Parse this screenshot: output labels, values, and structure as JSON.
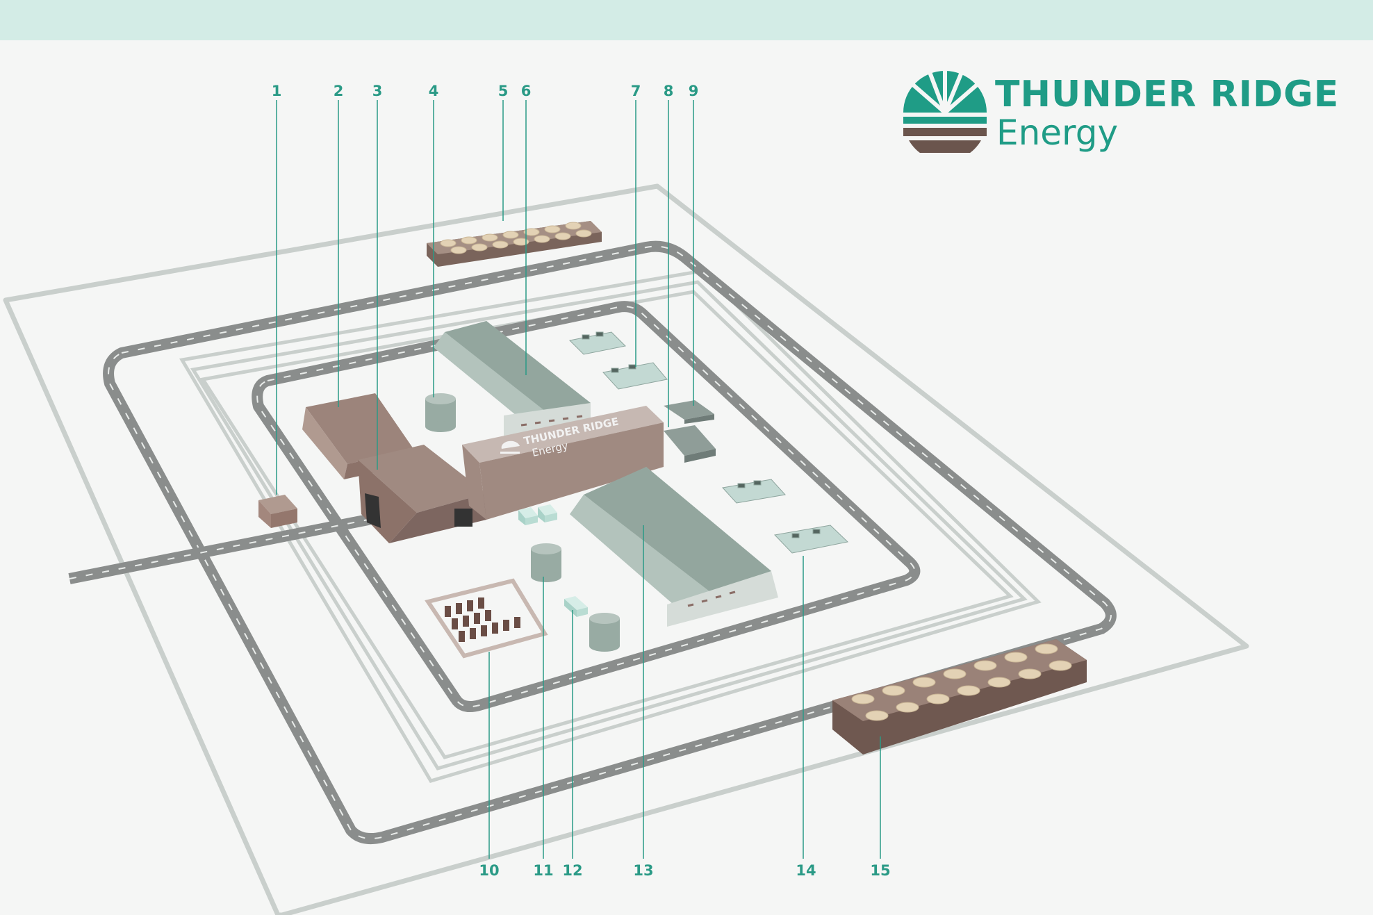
{
  "brand": {
    "name_line1": "THUNDER RIDGE",
    "name_line2": "Energy",
    "sign_line1": "THUNDER RIDGE",
    "sign_line2": "Energy",
    "teal": "#1f9c86",
    "brown": "#6b554d"
  },
  "callouts": [
    {
      "id": "c1",
      "label": "1"
    },
    {
      "id": "c2",
      "label": "2"
    },
    {
      "id": "c3",
      "label": "3"
    },
    {
      "id": "c4",
      "label": "4"
    },
    {
      "id": "c5",
      "label": "5"
    },
    {
      "id": "c6",
      "label": "6"
    },
    {
      "id": "c7",
      "label": "7"
    },
    {
      "id": "c8",
      "label": "8"
    },
    {
      "id": "c9",
      "label": "9"
    },
    {
      "id": "c10",
      "label": "10"
    },
    {
      "id": "c11",
      "label": "11"
    },
    {
      "id": "c12",
      "label": "12"
    },
    {
      "id": "c13",
      "label": "13"
    },
    {
      "id": "c14",
      "label": "14"
    },
    {
      "id": "c15",
      "label": "15"
    }
  ],
  "colors": {
    "background": "#f5f6f5",
    "topbar": "#d3ece6",
    "fence": "#c9cfcc",
    "road": "#8a8d8c",
    "callout": "#2a9a86",
    "building_brown": "#9c847b",
    "building_green": "#98aba3"
  }
}
